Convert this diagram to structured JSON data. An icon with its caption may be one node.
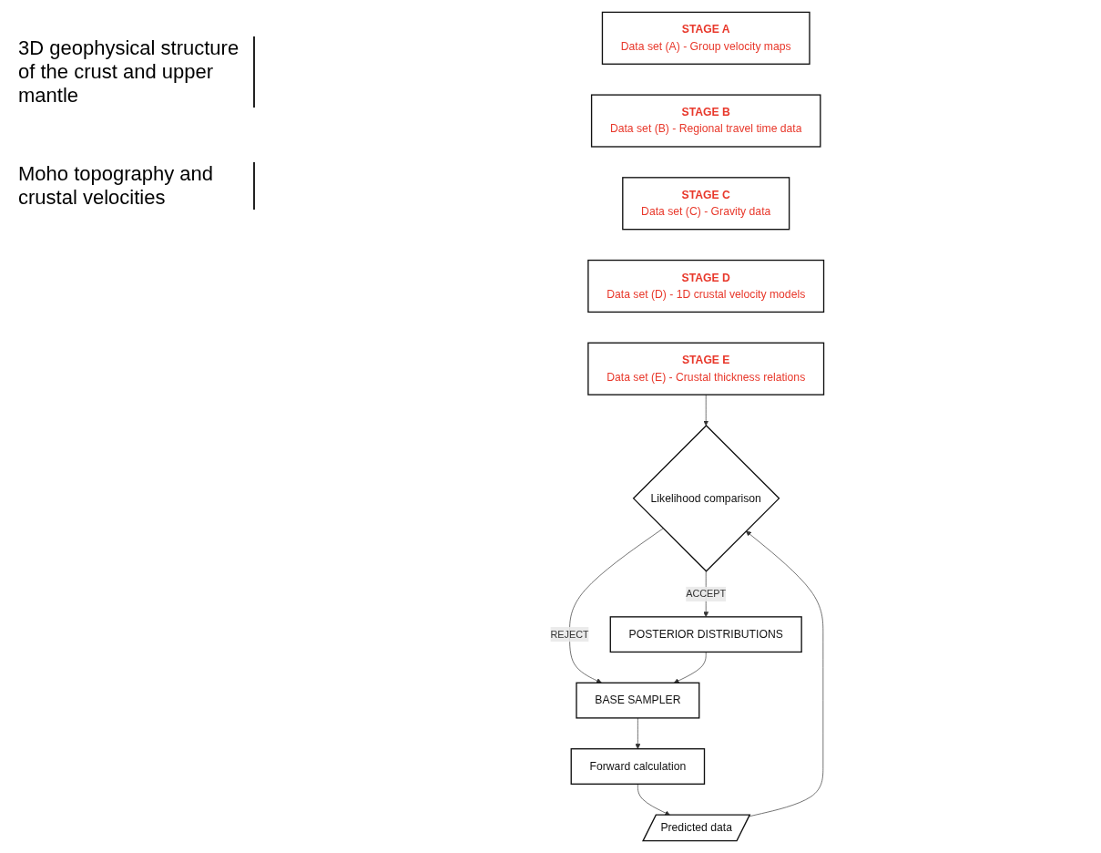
{
  "diagram": {
    "nodes": [
      {
        "text": [
          "STAGE A",
          "Data set (A) - Group velocity maps"
        ]
      },
      {
        "text": [
          "STAGE B",
          "Data set (B) - Regional travel time data"
        ]
      },
      {
        "text": [
          "STAGE C",
          "Data set (C) - Gravity data"
        ]
      },
      {
        "text": [
          "STAGE D",
          "Data set (D) - 1D crustal velocity models"
        ]
      },
      {
        "text": [
          "STAGE E",
          "Data set (E) - Crustal thickness relations"
        ]
      },
      {
        "text": [
          "BASE SAMPLER"
        ]
      },
      {
        "text": [
          "Forward calculation"
        ]
      },
      {
        "text": [
          "Predicted data"
        ]
      },
      {
        "text": [
          "Likelihood comparison"
        ]
      },
      {
        "text": [
          "POSTERIOR DISTRIBUTIONS"
        ]
      }
    ],
    "edges": [
      {
        "from": 4,
        "to": 8,
        "arrow": "to"
      },
      {
        "from": 5,
        "to": 6,
        "arrow": "to"
      },
      {
        "from": 6,
        "to": 7,
        "arrow": "to"
      },
      {
        "from": 7,
        "to": 8,
        "arrow": "to"
      },
      {
        "from": 8,
        "to": 5,
        "arrow": "to",
        "label": "REJECT"
      },
      {
        "from": 8,
        "to": 9,
        "arrow": "to",
        "label": "ACCEPT"
      },
      {
        "from": 9,
        "to": 5,
        "arrow": "to"
      }
    ],
    "labels": [
      "3D geophysical structure of the crust and upper mantle",
      "Moho topography and crustal velocities"
    ]
  }
}
